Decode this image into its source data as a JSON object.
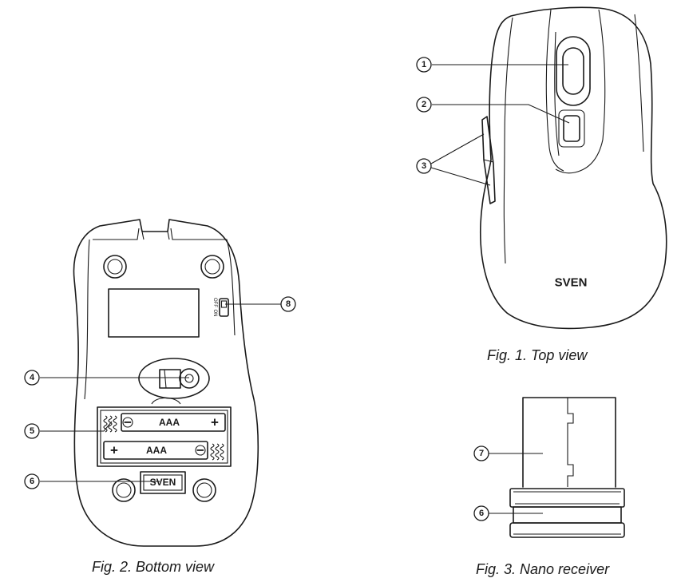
{
  "captions": {
    "top": "Fig. 1. Top view",
    "bottom": "Fig. 2. Bottom view",
    "receiver": "Fig. 3. Nano receiver"
  },
  "callouts": {
    "c1": "1",
    "c2": "2",
    "c3": "3",
    "c4": "4",
    "c5": "5",
    "c6a": "6",
    "c6b": "6",
    "c7": "7",
    "c8": "8"
  },
  "battery": {
    "top_label": "AAA",
    "bottom_label": "AAA",
    "minus": "−",
    "plus": "+"
  },
  "switch": {
    "on": "ON",
    "off": "OFF"
  },
  "brand": {
    "top_logo": "SVEN",
    "bottom_logo": "SVEN"
  }
}
